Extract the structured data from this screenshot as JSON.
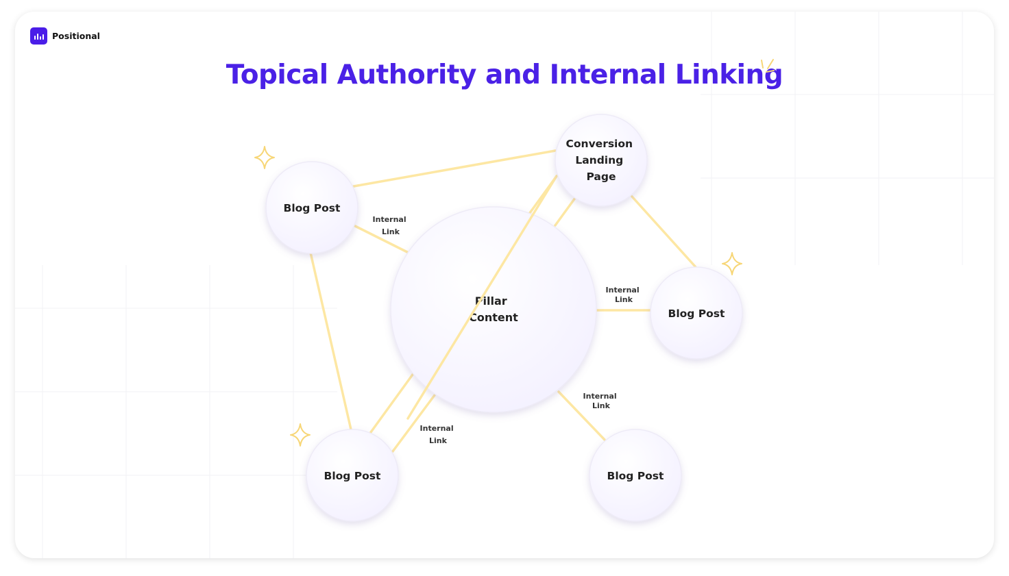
{
  "brand": {
    "name": "Positional",
    "logo_icon": "bar-chart-icon"
  },
  "title": "Topical Authority and Internal Linking",
  "colors": {
    "title": "#4a21e6",
    "logo": "#4a1de8",
    "edge": "#fde7a3",
    "sparkle": "#f7d676",
    "node_fill": "#f7f5ff",
    "node_text": "#222222"
  },
  "nodes": {
    "pillar": {
      "lines": [
        "Pillar",
        "Content"
      ]
    },
    "landing": {
      "lines": [
        "Conversion",
        "Landing",
        "Page"
      ]
    },
    "blog_top_left": {
      "lines": [
        "Blog Post"
      ]
    },
    "blog_right": {
      "lines": [
        "Blog Post"
      ]
    },
    "blog_bottom_left": {
      "lines": [
        "Blog Post"
      ]
    },
    "blog_bottom_right": {
      "lines": [
        "Blog Post"
      ]
    }
  },
  "link_labels": {
    "top_left": [
      "Internal",
      "Link"
    ],
    "right": [
      "Internal",
      "Link"
    ],
    "bottom_right": [
      "Internal",
      "Link"
    ],
    "bottom_left": [
      "Internal",
      "Link"
    ]
  }
}
